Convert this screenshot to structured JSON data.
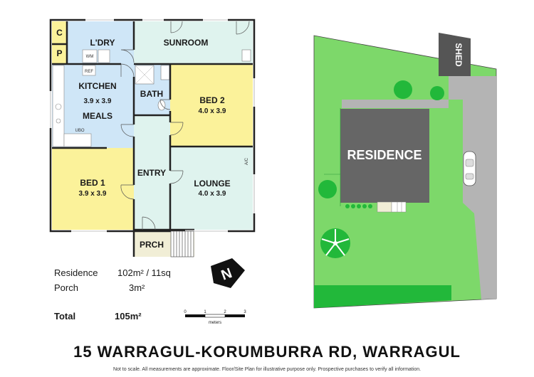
{
  "rooms": {
    "cupboard": "C",
    "pantry": "P",
    "laundry": "L'DRY",
    "wm": "WM",
    "ref": "REF",
    "sunroom": "SUNROOM",
    "kitchen": "KITCHEN",
    "kitchen_dims": "3.9 x 3.9",
    "meals": "MEALS",
    "ubo": "UBO",
    "bath": "BATH",
    "bed2": "BED 2",
    "bed2_dims": "4.0 x 3.9",
    "bed1": "BED 1",
    "bed1_dims": "3.9 x 3.9",
    "entry": "ENTRY",
    "lounge": "LOUNGE",
    "lounge_dims": "4.0 x 3.9",
    "ac": "A/C",
    "porch": "PRCH"
  },
  "site": {
    "shed": "SHED",
    "residence": "RESIDENCE"
  },
  "areas": {
    "residence_label": "Residence",
    "residence_value": "102m² / 11sq",
    "porch_label": "Porch",
    "porch_value": "3m²",
    "total_label": "Total",
    "total_value": "105m²"
  },
  "scale": {
    "ticks": [
      "0",
      "1",
      "2",
      "3"
    ],
    "unit": "meters"
  },
  "compass": {
    "letter": "N"
  },
  "address": "15 WARRAGUL-KORUMBURRA RD,  WARRAGUL",
  "disclaimer": "Not to scale. All measurements are approximate. Floor/Site Plan for illustrative purpose only. Prospective purchases to verify all information.",
  "colors": {
    "blue": "#cfe6f7",
    "mint": "#dff3ee",
    "yellow": "#fbf29a",
    "beige": "#f1eed6",
    "grass": "#7dd86a",
    "hedge": "#22b83a",
    "residence": "#666666",
    "driveway": "#b4b4b4",
    "shed": "#555555"
  }
}
